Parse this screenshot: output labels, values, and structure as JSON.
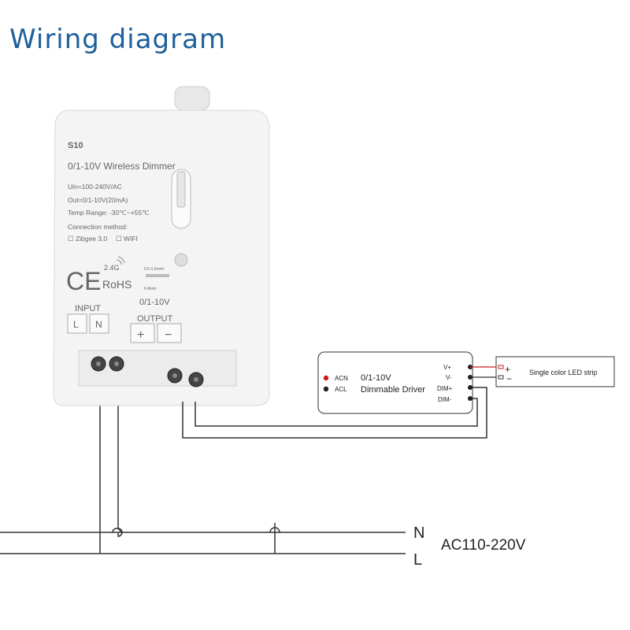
{
  "title": "Wiring diagram",
  "device": {
    "model": "S10",
    "name": "0/1-10V Wireless Dimmer",
    "uin": "Uin=100-240V/AC",
    "out": "Out=0/1-10V(20mA)",
    "temp": "Temp Range: -30℃~+55℃",
    "connection_label": "Connection method:",
    "option_zigbee": "☐ Zibgee 3.0",
    "option_wifi": "☐ WIFI",
    "ce_mark": "CE",
    "freq": "2.4G",
    "rohs": "RoHS",
    "wire_size": "0.5-1.5mm²",
    "strip_length": "6-8mm",
    "input_label": "INPUT",
    "input_l": "L",
    "input_n": "N",
    "output_label_1": "0/1-10V",
    "output_label_2": "OUTPUT",
    "output_plus": "+",
    "output_minus": "−"
  },
  "driver": {
    "line1": "0/1-10V",
    "line2": "Dimmable Driver",
    "acn": "ACN",
    "acl": "ACL",
    "vplus": "V+",
    "vminus": "V-",
    "dimplus": "DIM+",
    "dimminus": "DIM-"
  },
  "led": {
    "label": "Single color LED strip",
    "plus": "+",
    "minus": "−"
  },
  "mains": {
    "n": "N",
    "l": "L",
    "label": "AC110-220V"
  },
  "colors": {
    "title": "#1f5f9a",
    "wire": "#333333",
    "red_dot": "#cc1f1f",
    "device_body": "#f4f4f4"
  }
}
